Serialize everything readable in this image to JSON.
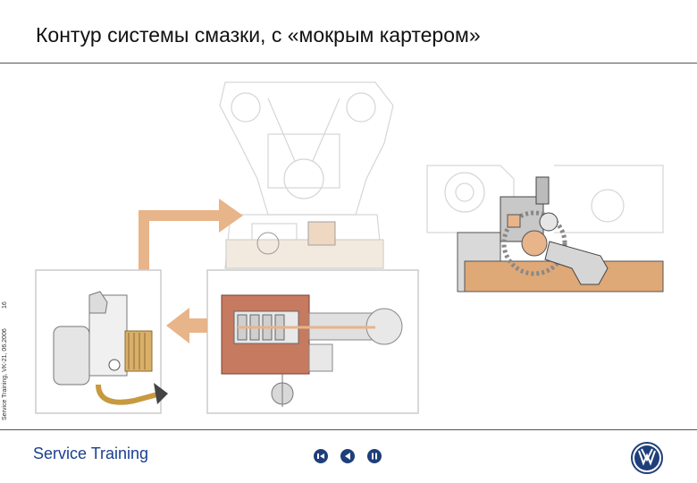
{
  "title": "Контур системы смазки, с «мокрым картером»",
  "side_caption": "Service Training, VK-21, 06.2006",
  "page_number": "16",
  "brand": "Service Training",
  "nav": {
    "first_icon": "skip-start-icon",
    "prev_icon": "triangle-left-icon",
    "pause_icon": "pause-icon"
  },
  "colors": {
    "oil": "#dfa877",
    "oil_dark": "#c98a55",
    "arrow": "#e8b48a",
    "pump_body": "#c67a60",
    "frame": "#cfcfcf",
    "ghost": "#d4d4d4",
    "nav_blue": "#1f3f7a",
    "brand_blue": "#1a3f8f"
  },
  "logo_icon": "vw-logo-icon"
}
